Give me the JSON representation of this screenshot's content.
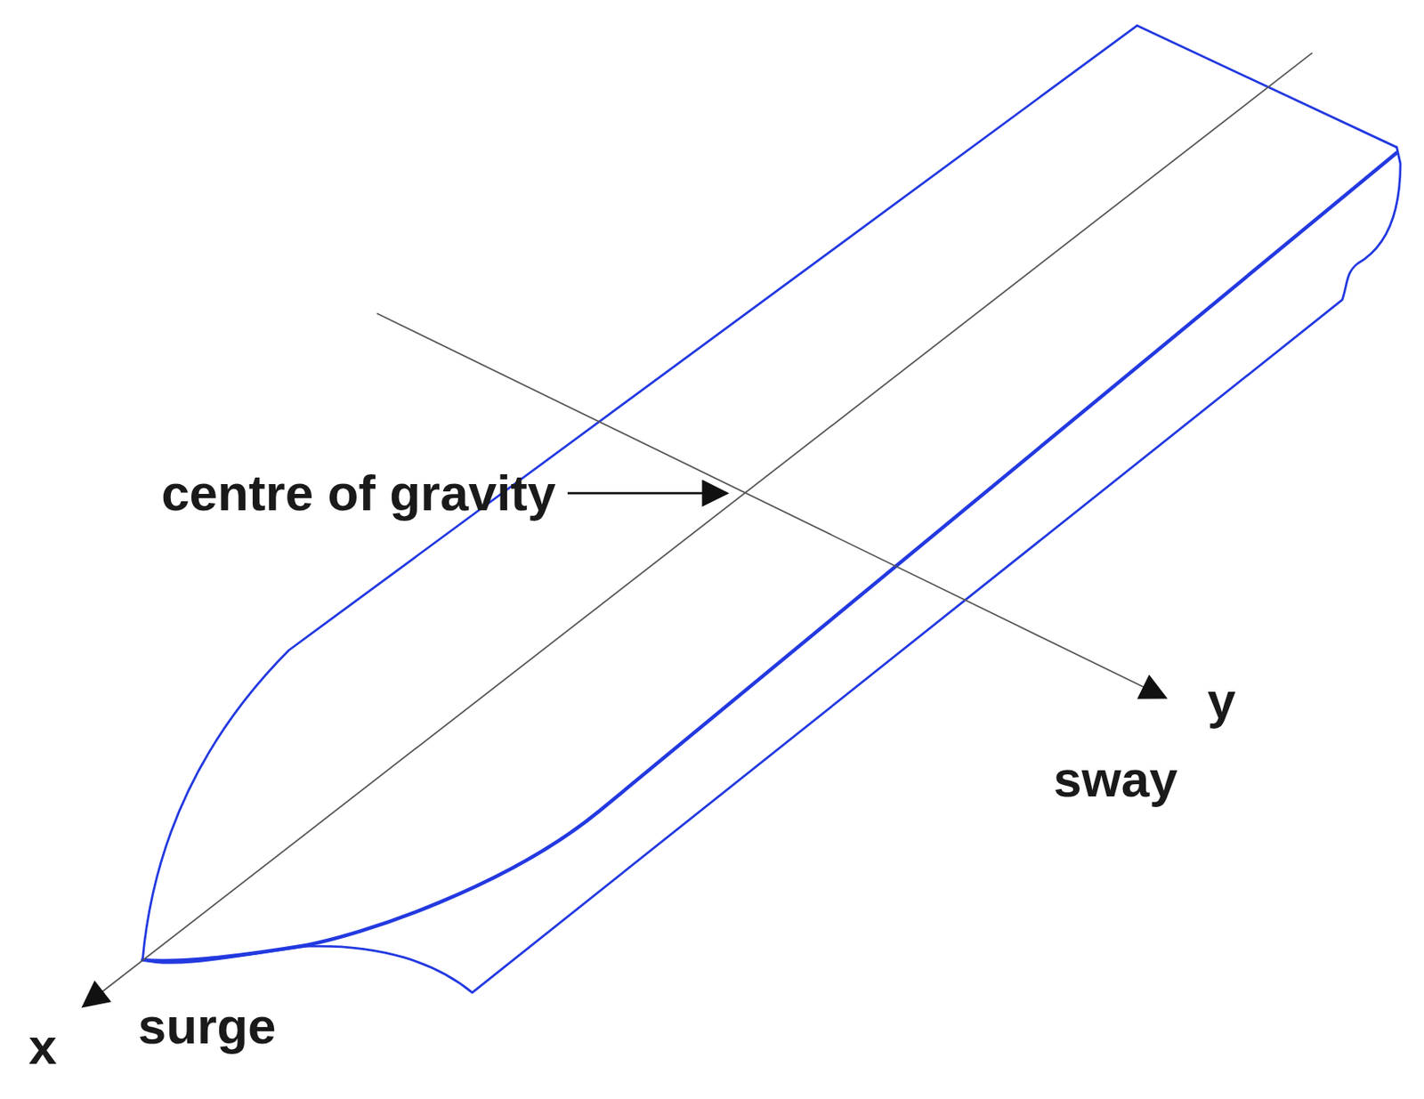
{
  "diagram": {
    "labels": [
      "centre of gravity",
      "x",
      "surge",
      "y",
      "sway"
    ]
  }
}
